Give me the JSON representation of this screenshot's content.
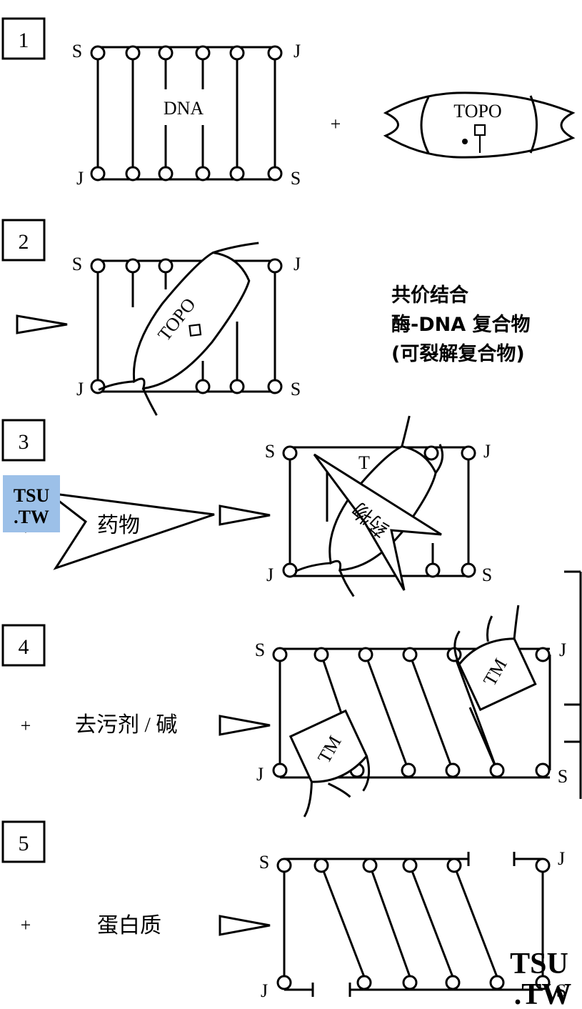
{
  "steps": [
    {
      "number": "1",
      "dna_label": "DNA",
      "enzyme_label": "TOPO",
      "plus": "+"
    },
    {
      "number": "2",
      "enzyme_label": "TOPO",
      "note_lines": [
        "共价结合",
        "酶-DNA 复合物",
        "(可裂解复合物)"
      ]
    },
    {
      "number": "3",
      "plus": "+",
      "drug_label": "药物",
      "enzyme_label": "T",
      "drug_in_complex": "药物"
    },
    {
      "number": "4",
      "plus": "+",
      "reagent_label": "去污剂 / 碱",
      "tm_label": "TM"
    },
    {
      "number": "5",
      "plus": "+",
      "reagent_label": "蛋白质"
    }
  ],
  "strand_ends": {
    "S": "S",
    "J": "J"
  },
  "watermark": {
    "line1": "TSU",
    "line2": ".TW"
  }
}
